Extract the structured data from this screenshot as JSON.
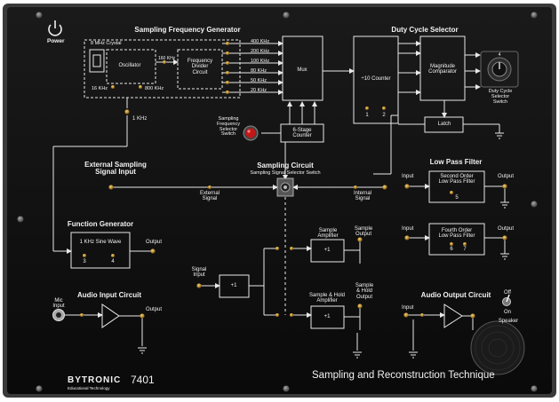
{
  "power": {
    "label": "Power"
  },
  "sections": {
    "sampling_freq_gen": "Sampling Frequency Generator",
    "duty_cycle": "Duty Cycle Selector",
    "external_sampling": "External Sampling\nSignal Input",
    "sampling_circuit": "Sampling Circuit",
    "sampling_switch": "Sampling Signal Selector Switch",
    "low_pass": "Low Pass Filter",
    "function_gen": "Function Generator",
    "audio_input": "Audio Input Circuit",
    "audio_output": "Audio Output Circuit"
  },
  "blocks": {
    "crystal": "8 MHz Crystal",
    "oscillator": "Oscillator",
    "freq_divider": "Frequency\nDivider\nCircuit",
    "mux": "Mux",
    "counter10": "÷10 Counter",
    "magnitude_comp": "Magnitude\nComparator",
    "latch": "Latch",
    "six_stage": "6-Stage\nCounter",
    "sine_wave": "1 KHz Sine Wave",
    "second_order": "Second Order\nLow Pass Filter",
    "fourth_order": "Fourth Order\nLow Pass Filter",
    "plus1": "+1"
  },
  "freqs": [
    "400 KHz",
    "200 KHz",
    "100 KHz",
    "80 KHz",
    "50 KHz",
    "20 KHz"
  ],
  "labels": {
    "k16": "16 KHz",
    "k800": "800 KHz",
    "k160": "160 KHz",
    "k1": "1 KHz",
    "tp1": "1",
    "tp2": "2",
    "tp3": "3",
    "tp4": "4",
    "tp5": "5",
    "tp6": "6",
    "tp7": "7",
    "duty_switch": "Duty Cycle\nSelector\nSwitch",
    "dial": "4",
    "sfs_switch": "Sampling\nFrequency\nSelector\nSwitch",
    "external_signal": "External\nSignal",
    "internal_signal": "Internal\nSignal",
    "input": "Input",
    "output": "Output",
    "signal_input": "Signal\nInput",
    "sample_amp": "Sample\nAmplifier",
    "sample_output": "Sample\nOutput",
    "sh_amp": "Sample & Hold\nAmplifier",
    "sh_output": "Sample\n& Hold\nOutput",
    "mic_input": "Mic\nInput",
    "off": "Off",
    "on": "On",
    "speaker": "Speaker"
  },
  "brand": {
    "name": "BYTRONIC",
    "sub": "Educational Technology",
    "model": "7401"
  },
  "footer": {
    "title": "Sampling and Reconstruction Technique"
  }
}
